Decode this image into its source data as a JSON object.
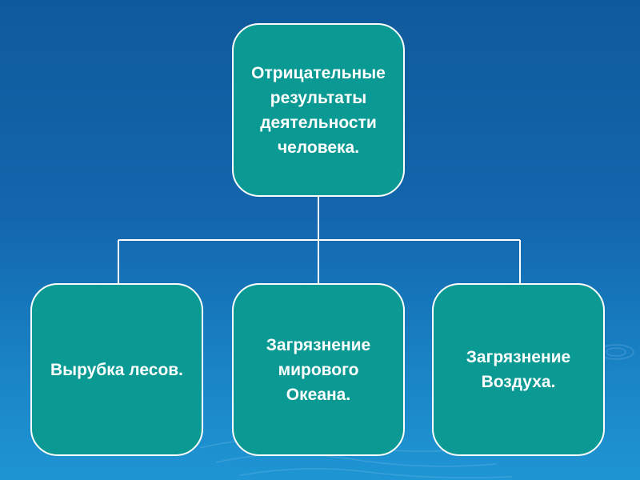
{
  "diagram": {
    "root": {
      "label": "Отрицательные\nрезультаты\nдеятельности\nчеловека."
    },
    "children": [
      {
        "label": "Вырубка лесов."
      },
      {
        "label": "Загрязнение\nмирового\nОкеана."
      },
      {
        "label": "Загрязнение\nВоздуха."
      }
    ]
  },
  "colors": {
    "node_fill": "#0a9a93",
    "node_border": "#ffffff",
    "connector": "#ffffff",
    "background_top": "#0f5a9c",
    "background_bottom": "#1f95d4"
  }
}
